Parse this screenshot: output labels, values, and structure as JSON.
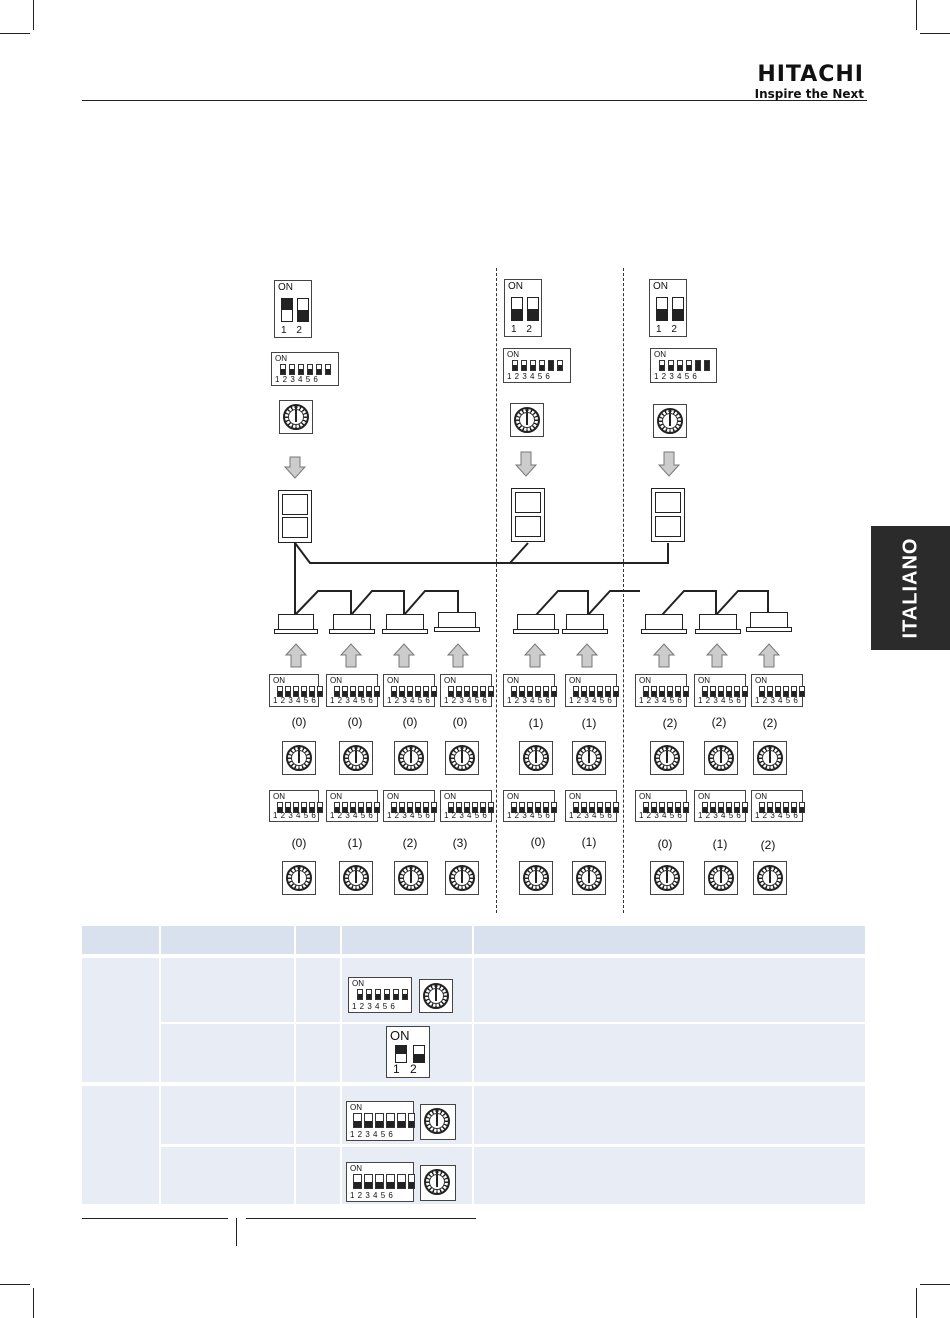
{
  "brand": {
    "name": "HITACHI",
    "tagline": "Inspire the Next"
  },
  "side_tab": "ITALIANO",
  "switch_text": {
    "on": "ON",
    "nums6": "1 2 3 4 5 6",
    "nums2": "1 2"
  },
  "group1_labels_row1": [
    "(0)",
    "(0)",
    "(0)",
    "(0)"
  ],
  "group2_labels_row1": [
    "(1)",
    "(1)"
  ],
  "group3_labels_row1": [
    "(2)",
    "(2)",
    "(2)"
  ],
  "group1_labels_row2": [
    "(0)",
    "(1)",
    "(2)",
    "(3)"
  ],
  "group2_labels_row2": [
    "(0)",
    "(1)"
  ],
  "group3_labels_row2": [
    "(0)",
    "(1)",
    "(2)"
  ]
}
